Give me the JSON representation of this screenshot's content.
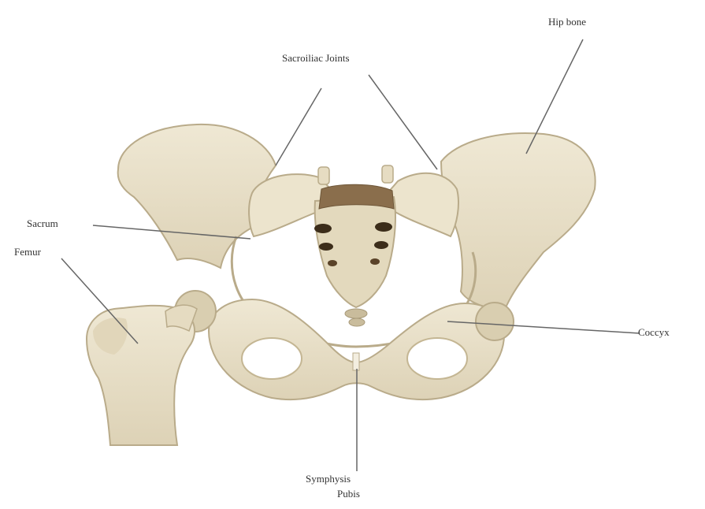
{
  "labels": {
    "sacroiliac_joints": "Sacroiliac Joints",
    "hip_bone": "Hip bone",
    "sacrum": "Sacrum",
    "femur": "Femur",
    "coccyx": "Coccyx",
    "symphysis_line1": "Symphysis",
    "symphysis_line2": "Pubis"
  },
  "colors": {
    "bone": "#e8dfc8",
    "bone_shadow": "#cfc3a4",
    "bone_outline": "#b9ab8a",
    "cartilage": "#8a6e4c",
    "foramen": "#3c2d1a",
    "leader": "#666666",
    "background": "#ffffff"
  }
}
